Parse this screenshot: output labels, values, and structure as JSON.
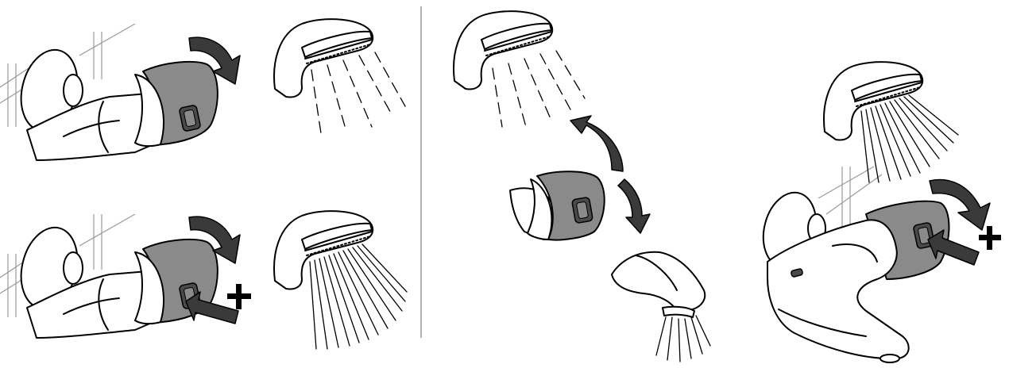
{
  "figure": {
    "panels": [
      {
        "id": "shower-normal",
        "mode": "normal-spray"
      },
      {
        "id": "shower-boost",
        "mode": "boost-spray",
        "modifier": "+"
      },
      {
        "id": "diverter",
        "mode": "shower-or-bath"
      },
      {
        "id": "mixer-boost",
        "mode": "boost",
        "modifier": "+"
      }
    ],
    "colors": {
      "ink": "#000000",
      "handle": "#8a8a8a",
      "arrow": "#3a3a3a",
      "tile": "#9a9a9a"
    }
  }
}
